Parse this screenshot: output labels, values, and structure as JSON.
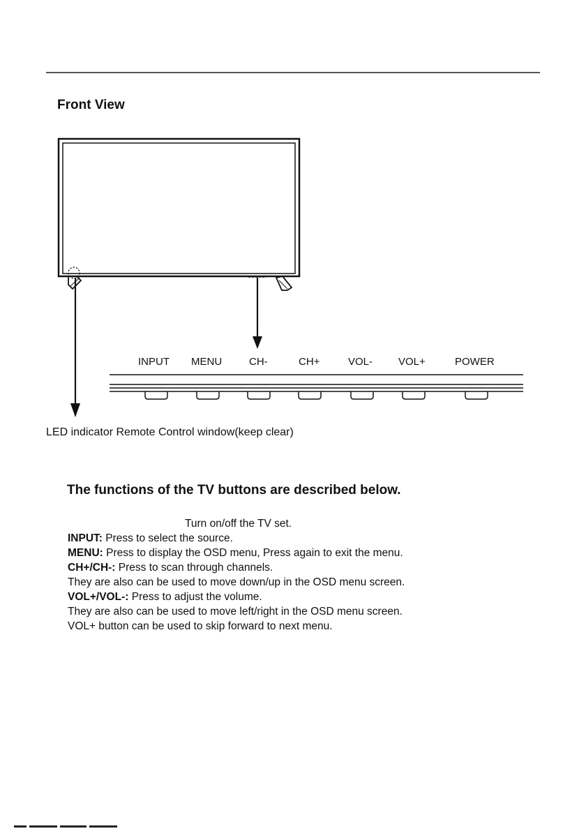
{
  "section_title": "Front View",
  "button_labels": [
    "INPUT",
    "MENU",
    "CH-",
    "CH+",
    "VOL-",
    "VOL+",
    "POWER"
  ],
  "led_caption": "LED indicator Remote Control window(keep clear)",
  "functions_heading": "The functions of the TV buttons are described below.",
  "functions": [
    {
      "key": "",
      "desc": "Turn on/off the TV set."
    },
    {
      "key": "INPUT:",
      "desc": " Press to select the source."
    },
    {
      "key": "MENU:",
      "desc": " Press to display the OSD menu, Press again to exit the menu."
    },
    {
      "key": "CH+/CH-:",
      "desc": " Press to scan through channels."
    },
    {
      "key": "",
      "desc": "They are also can be used to move down/up in the OSD menu screen."
    },
    {
      "key": "VOL+/VOL-:",
      "desc": " Press to adjust the volume."
    },
    {
      "key": "",
      "desc": "They are also can be used to move left/right in the OSD menu screen."
    },
    {
      "key": "",
      "desc": "VOL+ button can be used to skip forward to next menu."
    }
  ]
}
